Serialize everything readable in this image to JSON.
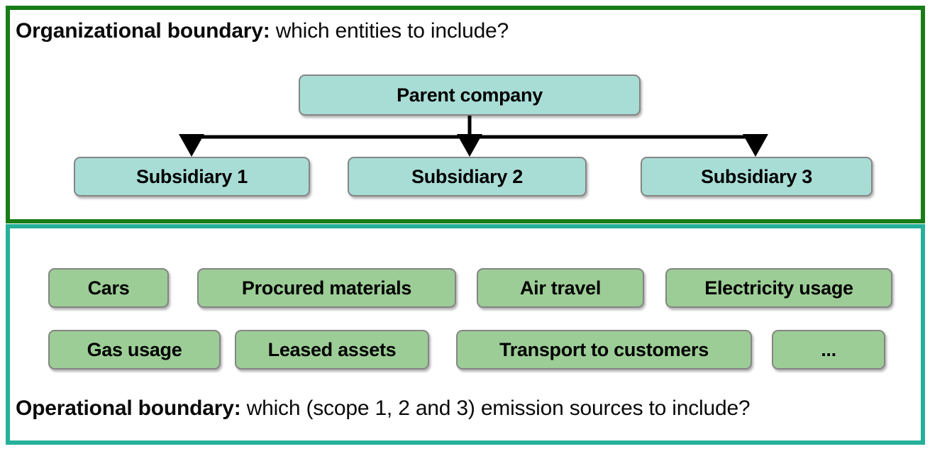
{
  "figure": {
    "title": "GHG inventory boundaries diagram",
    "background": "#ffffff"
  },
  "colors": {
    "organizational_border": "#167d17",
    "operational_border": "#26b09a",
    "entity_fill": "#a8ddd6",
    "source_fill": "#9ccd96",
    "node_border": "#858585",
    "arrow": "#000000",
    "text": "#000000"
  },
  "organizational": {
    "heading_bold": "Organizational boundary:",
    "heading_rest": " which entities to include?",
    "parent": {
      "label": "Parent company"
    },
    "subsidiaries": [
      {
        "label": "Subsidiary 1"
      },
      {
        "label": "Subsidiary 2"
      },
      {
        "label": "Subsidiary 3"
      }
    ]
  },
  "operational": {
    "heading_bold": "Operational boundary:",
    "heading_rest": " which (scope 1, 2 and 3) emission sources to include?",
    "sources_row_1": [
      {
        "label": "Cars"
      },
      {
        "label": "Procured materials"
      },
      {
        "label": "Air travel"
      },
      {
        "label": "Electricity usage"
      }
    ],
    "sources_row_2": [
      {
        "label": "Gas usage"
      },
      {
        "label": "Leased assets"
      },
      {
        "label": "Transport to customers"
      },
      {
        "label": "..."
      }
    ]
  }
}
